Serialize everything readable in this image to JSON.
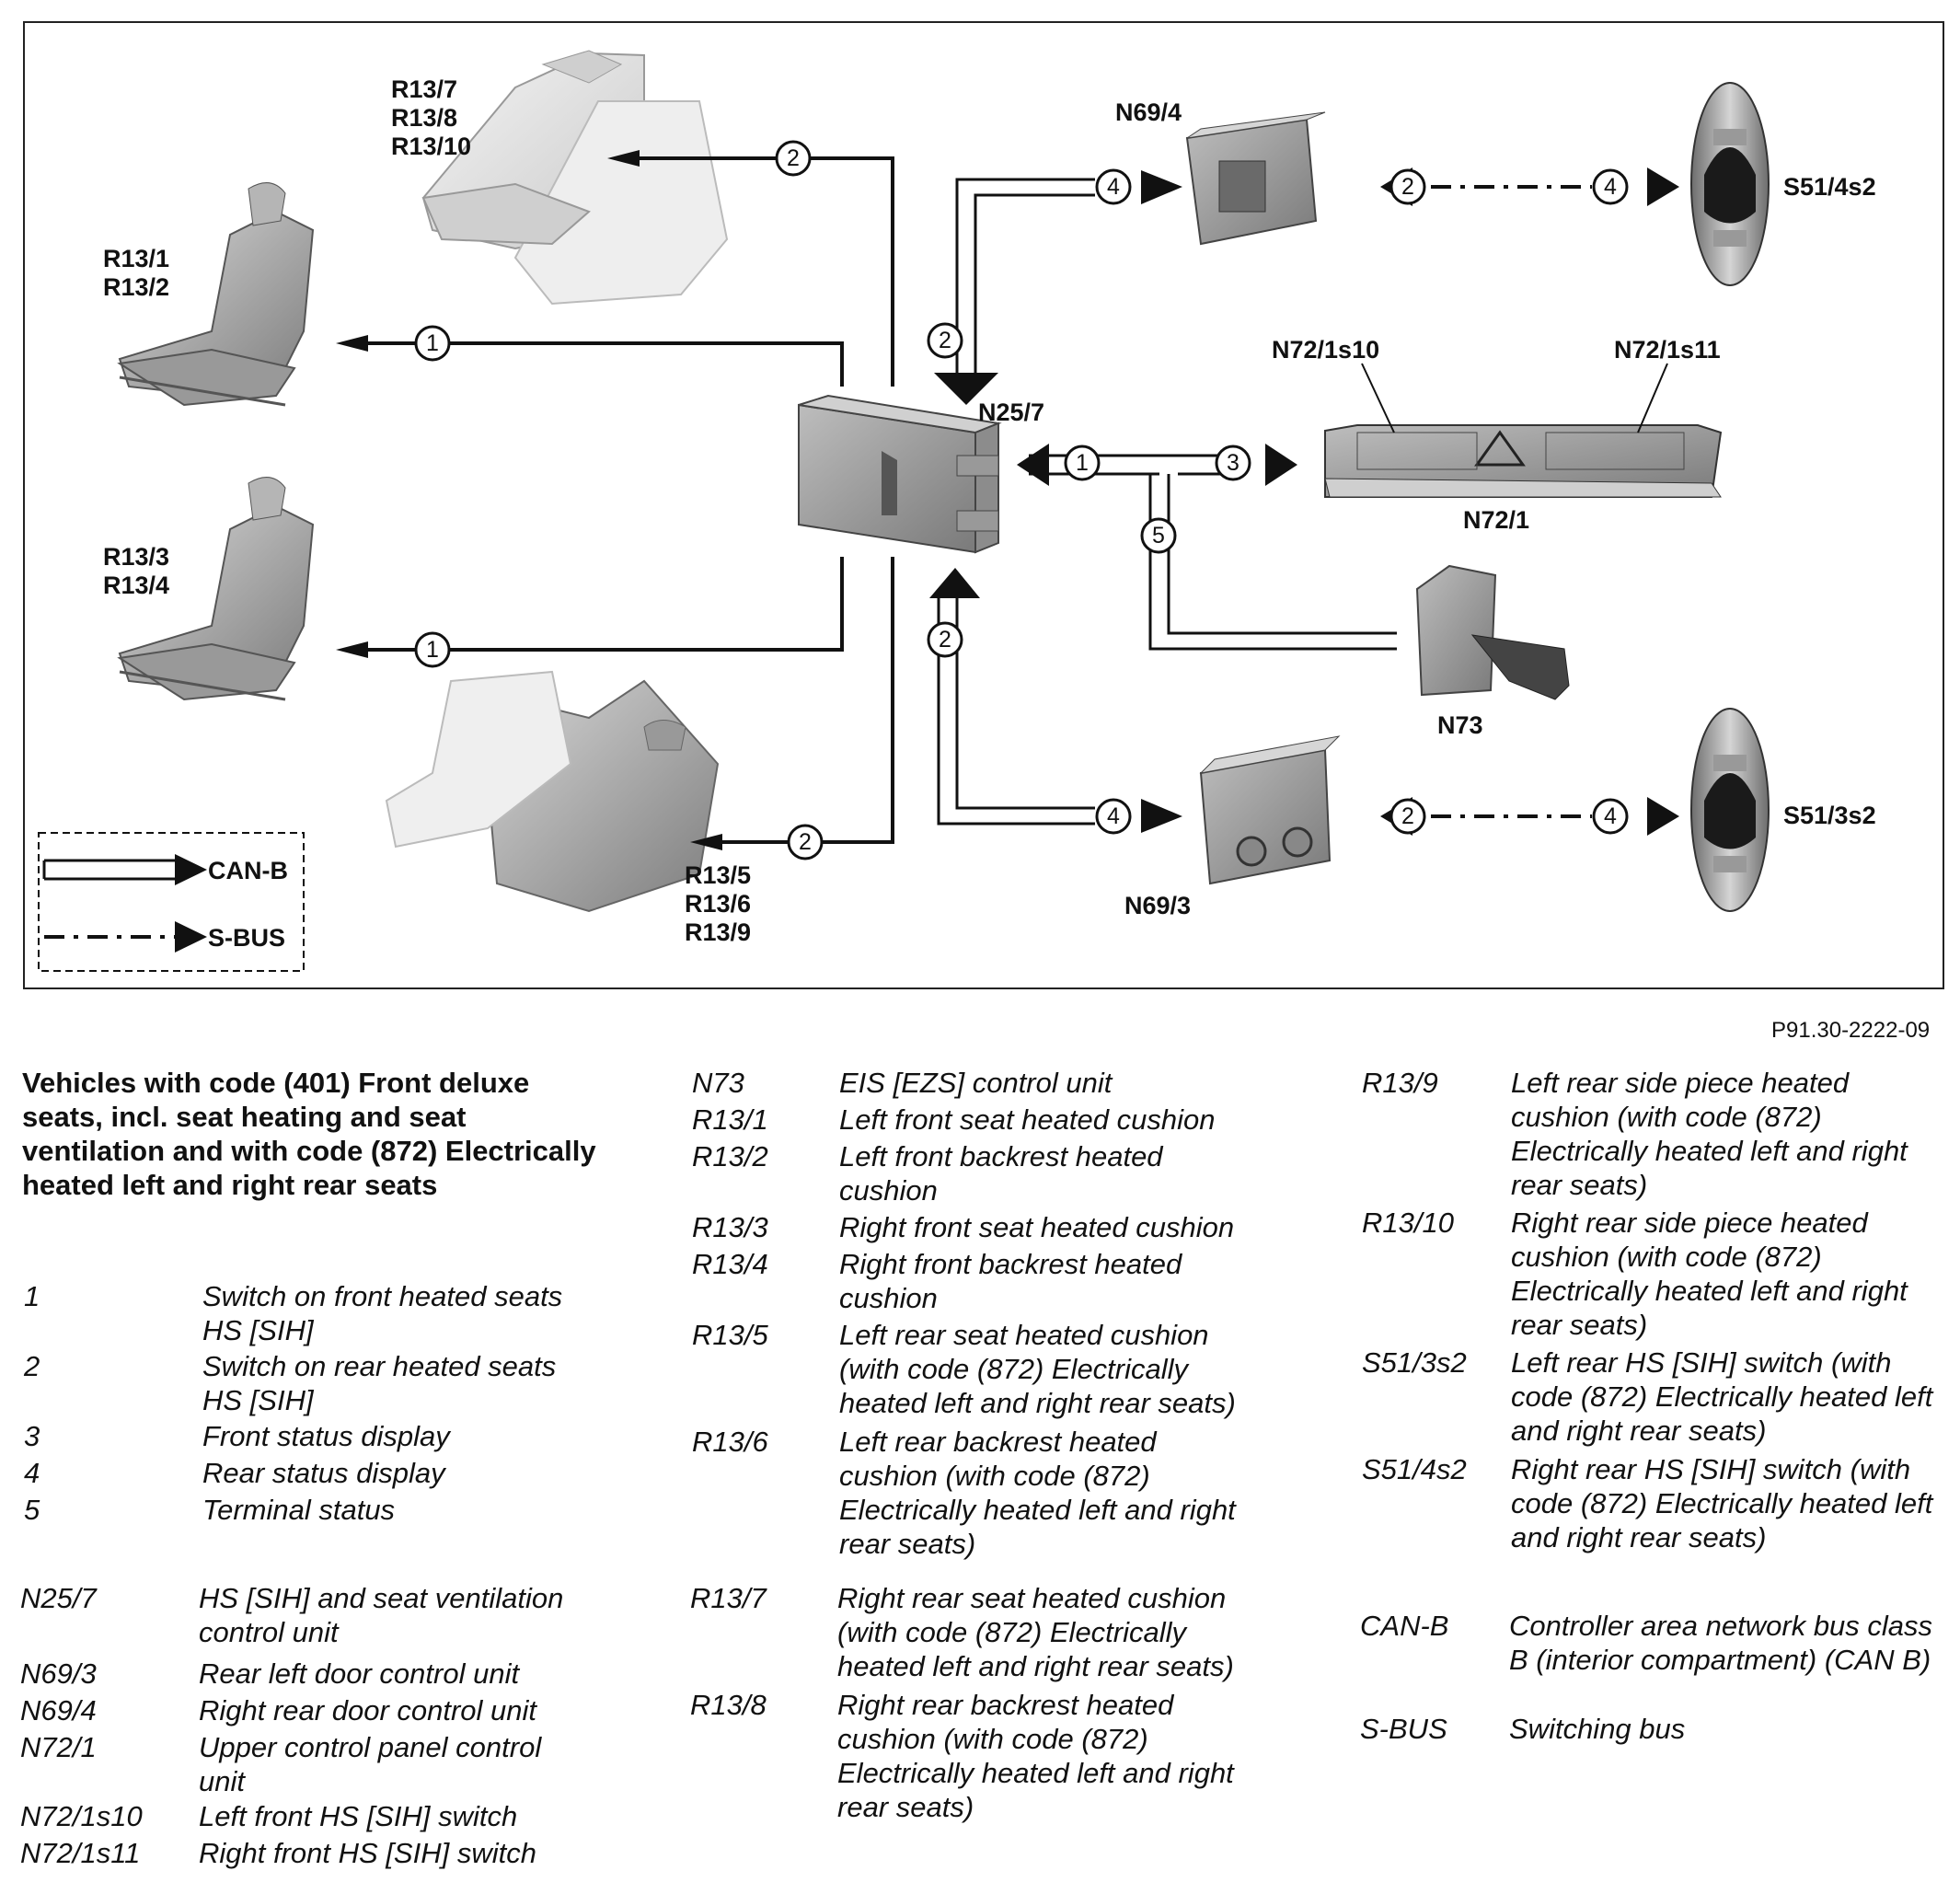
{
  "diagram": {
    "labels": {
      "r13_7": "R13/7",
      "r13_8": "R13/8",
      "r13_10": "R13/10",
      "r13_1": "R13/1",
      "r13_2": "R13/2",
      "r13_3": "R13/3",
      "r13_4": "R13/4",
      "r13_5": "R13/5",
      "r13_6": "R13/6",
      "r13_9": "R13/9",
      "n25_7": "N25/7",
      "n69_4": "N69/4",
      "n69_3": "N69/3",
      "s51_4s2": "S51/4s2",
      "s51_3s2": "S51/3s2",
      "n72_1s10": "N72/1s10",
      "n72_1s11": "N72/1s11",
      "n72_1": "N72/1",
      "n73": "N73",
      "can_b": "CAN-B",
      "s_bus": "S-BUS"
    },
    "markers": {
      "m1": "1",
      "m2": "2",
      "m3": "3",
      "m4": "4",
      "m5": "5"
    },
    "figure_id": "P91.30-2222-09"
  },
  "legend": {
    "heading": "Vehicles with code (401) Front deluxe seats, incl. seat heating and seat ventilation and with code (872) Electrically heated left and right rear seats",
    "col1_numbers": [
      {
        "key": "1",
        "text": "Switch on front heated seats HS [SIH]"
      },
      {
        "key": "2",
        "text": "Switch on rear heated seats HS [SIH]"
      },
      {
        "key": "3",
        "text": "Front status display"
      },
      {
        "key": "4",
        "text": "Rear status display"
      },
      {
        "key": "5",
        "text": "Terminal status"
      }
    ],
    "col1_units": [
      {
        "key": "N25/7",
        "text": "HS [SIH] and seat ventilation control unit"
      },
      {
        "key": "N69/3",
        "text": "Rear left door control unit"
      },
      {
        "key": "N69/4",
        "text": "Right rear door control unit"
      },
      {
        "key": "N72/1",
        "text": "Upper control panel control unit"
      },
      {
        "key": "N72/1s10",
        "text": "Left front HS [SIH] switch"
      },
      {
        "key": "N72/1s11",
        "text": "Right front HS [SIH] switch"
      }
    ],
    "col2": [
      {
        "key": "N73",
        "text": "EIS [EZS] control unit"
      },
      {
        "key": "R13/1",
        "text": "Left front seat heated cushion"
      },
      {
        "key": "R13/2",
        "text": "Left front backrest heated cushion"
      },
      {
        "key": "R13/3",
        "text": "Right front seat heated cushion"
      },
      {
        "key": "R13/4",
        "text": "Right front backrest heated cushion"
      },
      {
        "key": "R13/5",
        "text": "Left rear seat heated cushion (with code (872) Electrically heated left and right rear seats)"
      },
      {
        "key": "R13/6",
        "text": "Left rear backrest heated cushion (with code (872) Electrically heated left and right rear seats)"
      },
      {
        "key": "R13/7",
        "text": "Right rear seat heated cushion (with code (872) Electrically heated left and right rear seats)"
      },
      {
        "key": "R13/8",
        "text": "Right rear backrest heated cushion (with code (872) Electrically heated left and right rear seats)"
      }
    ],
    "col3": [
      {
        "key": "R13/9",
        "text": "Left rear side piece heated cushion (with code (872) Electrically heated left and right rear seats)"
      },
      {
        "key": "R13/10",
        "text": "Right rear side piece heated cushion (with code (872) Electrically heated left and right rear seats)"
      },
      {
        "key": "S51/3s2",
        "text": "Left rear HS [SIH] switch (with code (872) Electrically heated left and right rear seats)"
      },
      {
        "key": "S51/4s2",
        "text": "Right rear HS [SIH] switch (with code (872) Electrically heated left and right rear seats)"
      },
      {
        "key": "CAN-B",
        "text": "Controller area network bus class B (interior compartment) (CAN B)"
      },
      {
        "key": "S-BUS",
        "text": "Switching bus"
      }
    ]
  }
}
